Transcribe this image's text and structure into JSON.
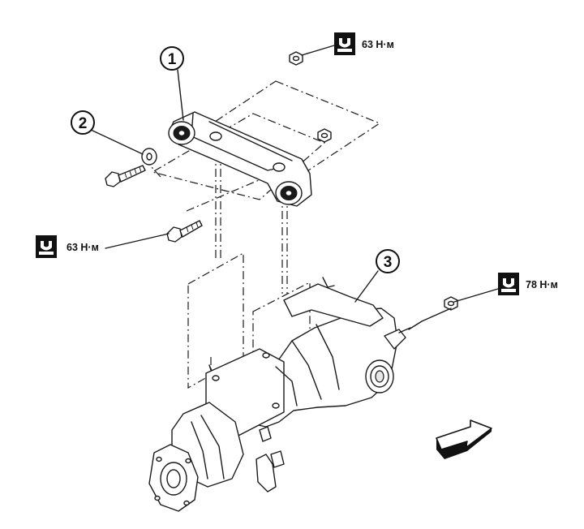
{
  "callouts": [
    {
      "label": "1"
    },
    {
      "label": "2"
    },
    {
      "label": "3"
    }
  ],
  "torques": [
    {
      "text": "63 Н·м"
    },
    {
      "text": "63 Н·м"
    },
    {
      "text": "78 Н·м"
    }
  ],
  "icons": {
    "torque": "torque-wrench-icon",
    "direction": "front-direction-arrow-icon"
  }
}
